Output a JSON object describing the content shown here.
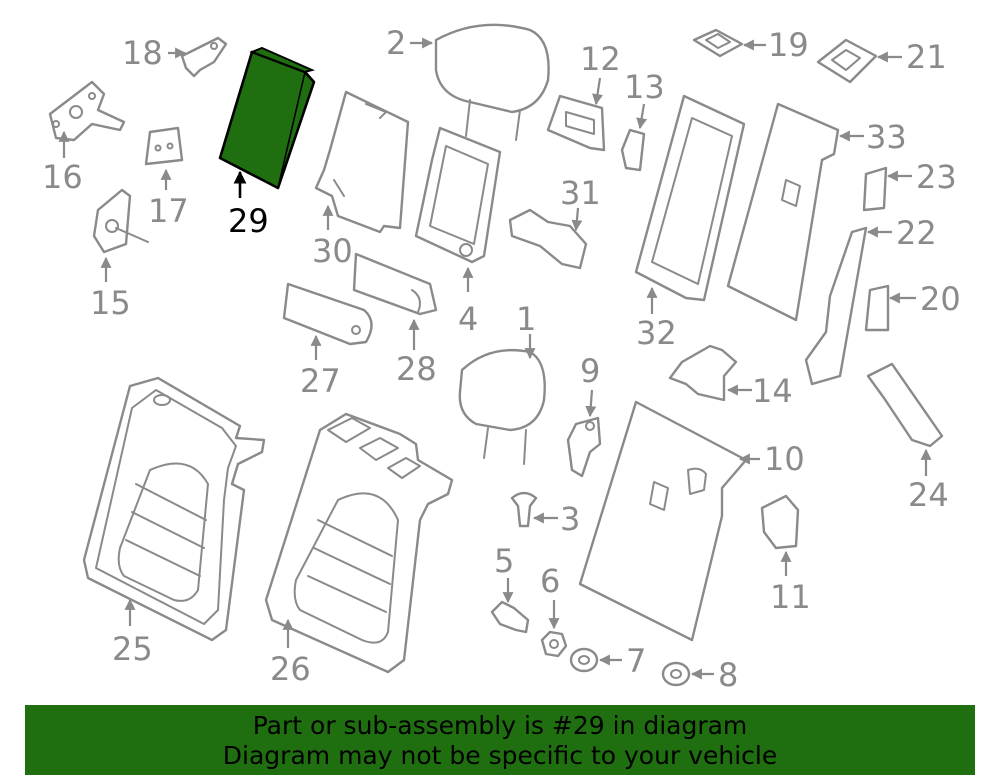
{
  "highlight": {
    "part_number": "29",
    "color": "#1f6f10"
  },
  "callouts": {
    "c1": "1",
    "c2": "2",
    "c3": "3",
    "c4": "4",
    "c5": "5",
    "c6": "6",
    "c7": "7",
    "c8": "8",
    "c9": "9",
    "c10": "10",
    "c11": "11",
    "c12": "12",
    "c13": "13",
    "c14": "14",
    "c15": "15",
    "c16": "16",
    "c17": "17",
    "c18": "18",
    "c19": "19",
    "c20": "20",
    "c21": "21",
    "c22": "22",
    "c23": "23",
    "c24": "24",
    "c25": "25",
    "c26": "26",
    "c27": "27",
    "c28": "28",
    "c29": "29",
    "c30": "30",
    "c31": "31",
    "c32": "32",
    "c33": "33"
  },
  "banner": {
    "line1": "Part or sub-assembly is #29 in diagram",
    "line2": "Diagram may not be specific to your vehicle",
    "background": "#1f6f10"
  }
}
